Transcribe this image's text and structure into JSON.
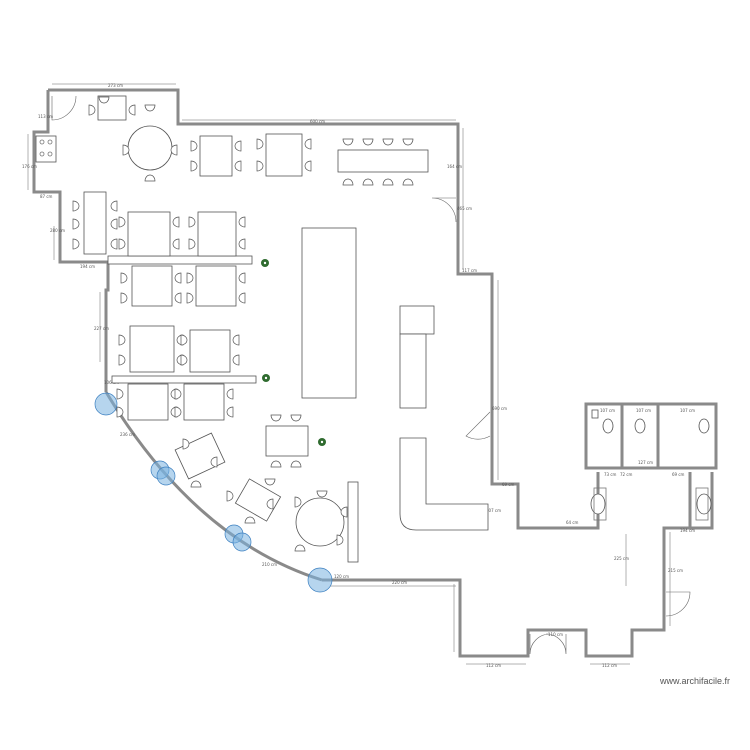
{
  "plan": {
    "watermark": "www.archifacile.fr",
    "dimensions": {
      "top_left": "273 cm",
      "top_main": "600 cm",
      "left_a": "113 cm",
      "left_b": "176 cm",
      "left_c": "87 cm",
      "left_d": "280 cm",
      "left_e": "194 cm",
      "left_f": "227 cm",
      "left_g": "106 cm",
      "right_a": "164 cm",
      "right_b": "465 cm",
      "right_c": "117 cm",
      "right_d": "690 cm",
      "bottom_a": "120 cm",
      "bottom_b": "220 cm",
      "bottom_c": "112 cm",
      "bottom_d": "110 cm",
      "bottom_e": "112 cm",
      "curve_a": "236 cm",
      "curve_b": "210 cm",
      "wc_a": "107 cm",
      "wc_b": "107 cm",
      "wc_c": "73 cm",
      "wc_d": "72 cm",
      "wc_e": "127 cm",
      "wc_f": "69 cm",
      "wc_g": "107 cm",
      "step_a": "69 cm",
      "step_b": "107 cm",
      "step_c": "64 cm",
      "lower_a": "194 cm",
      "lower_b": "225 cm",
      "lower_c": "215 cm"
    }
  }
}
